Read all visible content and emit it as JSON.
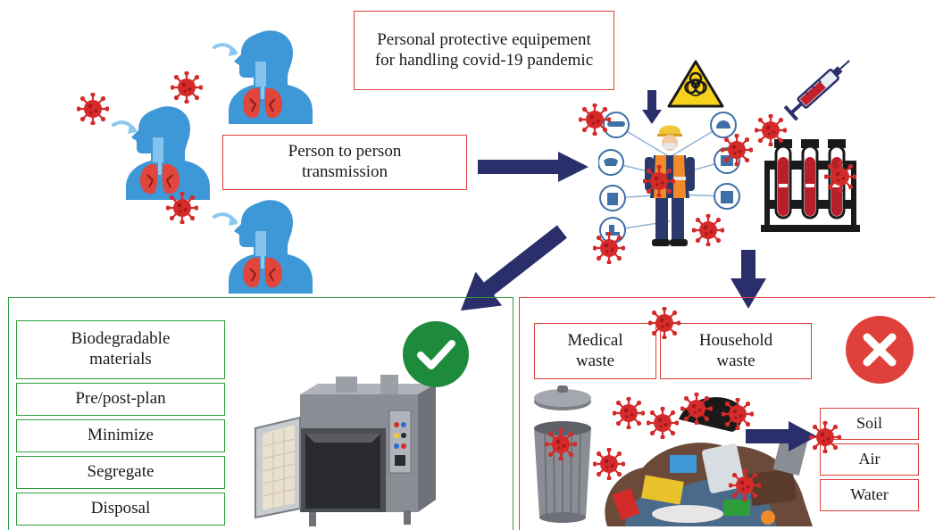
{
  "ppe_box": {
    "text": "Personal protective equipement for handling covid-19 pandemic"
  },
  "transmission_box": {
    "text": "Person to person transmission"
  },
  "good_practices": {
    "items": [
      {
        "label": "Biodegradable materials"
      },
      {
        "label": "Pre/post-plan"
      },
      {
        "label": "Minimize"
      },
      {
        "label": "Segregate"
      },
      {
        "label": "Disposal"
      }
    ]
  },
  "waste_types": {
    "medical": "Medical waste",
    "household": "Household waste"
  },
  "environment": {
    "items": [
      {
        "label": "Soil"
      },
      {
        "label": "Air"
      },
      {
        "label": "Water"
      }
    ]
  },
  "colors": {
    "arrow": "#2a2f6b",
    "green_panel": "#2e9e3a",
    "red_panel": "#e0403a",
    "virus": "#d42a2a",
    "person_blue": "#3e97d6",
    "lungs": "#e0463c",
    "check_green": "#1e8a3c",
    "cross_red": "#e0403a"
  },
  "icons": [
    "virus-icon",
    "person-breathing-icon",
    "worker-ppe-icon",
    "biohazard-icon",
    "syringe-icon",
    "blood-tubes-icon",
    "check-icon",
    "cross-icon",
    "incinerator-icon",
    "garbage-pile-icon",
    "trash-can-icon"
  ]
}
